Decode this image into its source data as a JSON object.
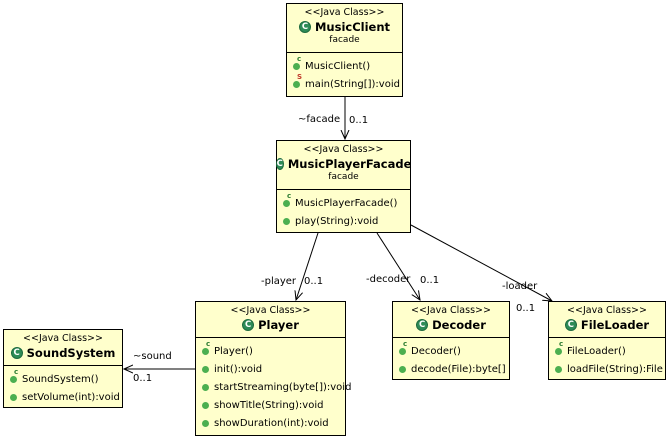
{
  "classes": {
    "music_client": {
      "stereotype": "<<Java Class>>",
      "name": "MusicClient",
      "package": "facade",
      "operations": [
        "MusicClient()",
        "main(String[]):void"
      ]
    },
    "music_player_facade": {
      "stereotype": "<<Java Class>>",
      "name": "MusicPlayerFacade",
      "package": "facade",
      "operations": [
        "MusicPlayerFacade()",
        "play(String):void"
      ]
    },
    "player": {
      "stereotype": "<<Java Class>>",
      "name": "Player",
      "operations": [
        "Player()",
        "init():void",
        "startStreaming(byte[]):void",
        "showTitle(String):void",
        "showDuration(int):void"
      ]
    },
    "decoder": {
      "stereotype": "<<Java Class>>",
      "name": "Decoder",
      "operations": [
        "Decoder()",
        "decode(File):byte[]"
      ]
    },
    "file_loader": {
      "stereotype": "<<Java Class>>",
      "name": "FileLoader",
      "operations": [
        "FileLoader()",
        "loadFile(String):File"
      ]
    },
    "sound_system": {
      "stereotype": "<<Java Class>>",
      "name": "SoundSystem",
      "operations": [
        "SoundSystem()",
        "setVolume(int):void"
      ]
    }
  },
  "associations": {
    "facade": {
      "role": "~facade",
      "multiplicity": "0..1"
    },
    "player": {
      "role": "-player",
      "multiplicity": "0..1"
    },
    "decoder": {
      "role": "-decoder",
      "multiplicity": "0..1"
    },
    "loader": {
      "role": "-loader",
      "multiplicity": "0..1"
    },
    "sound": {
      "role": "~sound",
      "multiplicity": "0..1"
    }
  },
  "colors": {
    "class_fill": "#ffffcc",
    "class_icon": "#2e8b57",
    "method_icon": "#4caf50"
  }
}
